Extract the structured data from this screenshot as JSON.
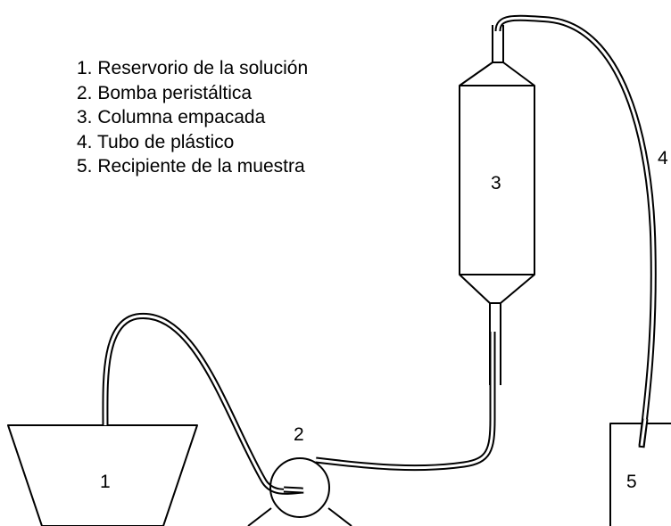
{
  "legend": [
    "1. Reservorio de la solución",
    "2. Bomba peristáltica",
    "3. Columna empacada",
    "4. Tubo de plástico",
    "5. Recipiente de la muestra"
  ],
  "labels": {
    "reservoir": "1",
    "pump": "2",
    "column": "3",
    "tube": "4",
    "container": "5"
  }
}
